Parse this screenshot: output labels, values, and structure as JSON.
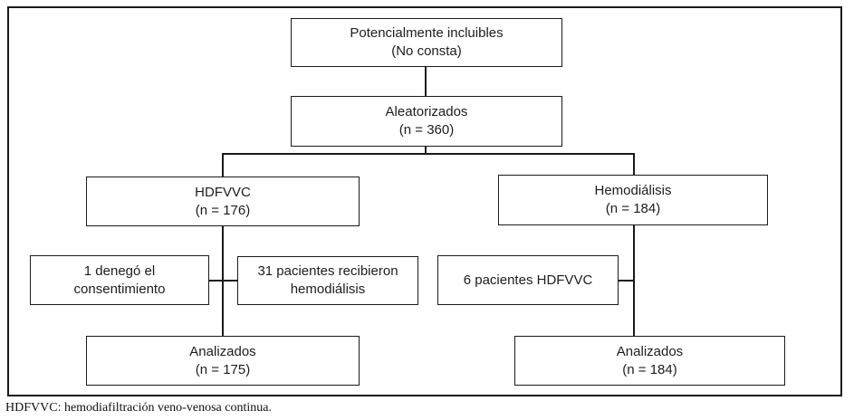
{
  "diagram": {
    "type": "consort-flowchart",
    "colors": {
      "line": "#1a1a1a",
      "text": "#1d1d1d",
      "background": "#ffffff"
    },
    "boxes": {
      "eligible": {
        "lines": [
          "Potencialmente incluibles",
          "(No consta)"
        ]
      },
      "randomized": {
        "lines": [
          "Aleatorizados",
          "(n = 360)"
        ]
      },
      "hdfvvc": {
        "lines": [
          "HDFVVC",
          "(n = 176)"
        ]
      },
      "hemodialysis": {
        "lines": [
          "Hemodiálisis",
          "(n = 184)"
        ]
      },
      "denied_consent": {
        "lines": [
          "1 denegó el",
          "consentimiento"
        ]
      },
      "received_hemodialysis": {
        "lines": [
          "31 pacientes recibieron",
          "hemodiálisis"
        ]
      },
      "patients_hdfvvc": {
        "lines": [
          "6 pacientes HDFVVC"
        ]
      },
      "analyzed_left": {
        "lines": [
          "Analizados",
          "(n = 175)"
        ]
      },
      "analyzed_right": {
        "lines": [
          "Analizados",
          "(n = 184)"
        ]
      }
    },
    "footnote": "HDFVVC: hemodiafiltración veno-venosa continua."
  }
}
